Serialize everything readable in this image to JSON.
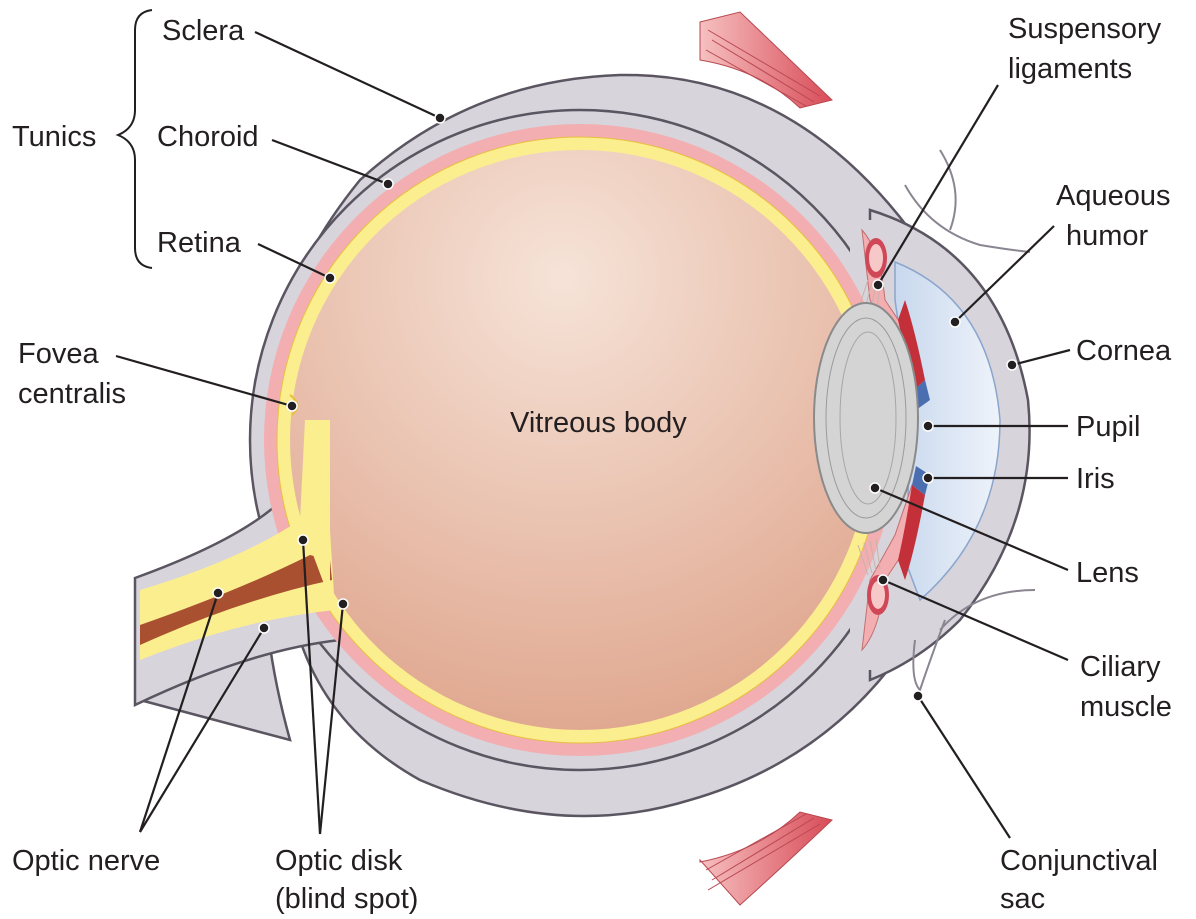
{
  "colors": {
    "sclera": "#d8d4dc",
    "sclera_edge": "#5a5560",
    "choroid": "#f2aeb0",
    "retina": "#fbee8e",
    "vitreous_center": "#f6e3d8",
    "vitreous_edge": "#dea38a",
    "lens": "#d4d4d4",
    "aqueous": "#dbe6f4",
    "iris": "#c4303a",
    "muscle": "#e06c70",
    "optic_dark": "#a85030",
    "text": "#231f20"
  },
  "labels": {
    "tunics": "Tunics",
    "sclera": "Sclera",
    "choroid": "Choroid",
    "retina": "Retina",
    "fovea_1": "Fovea",
    "fovea_2": "centralis",
    "vitreous": "Vitreous body",
    "optic_nerve": "Optic nerve",
    "optic_disk_1": "Optic disk",
    "optic_disk_2": "(blind spot)",
    "suspensory_1": "Suspensory",
    "suspensory_2": "ligaments",
    "aqueous_1": "Aqueous",
    "aqueous_2": "humor",
    "cornea": "Cornea",
    "pupil": "Pupil",
    "iris": "Iris",
    "lens": "Lens",
    "ciliary_1": "Ciliary",
    "ciliary_2": "muscle",
    "conjunctival_1": "Conjunctival",
    "conjunctival_2": "sac"
  }
}
